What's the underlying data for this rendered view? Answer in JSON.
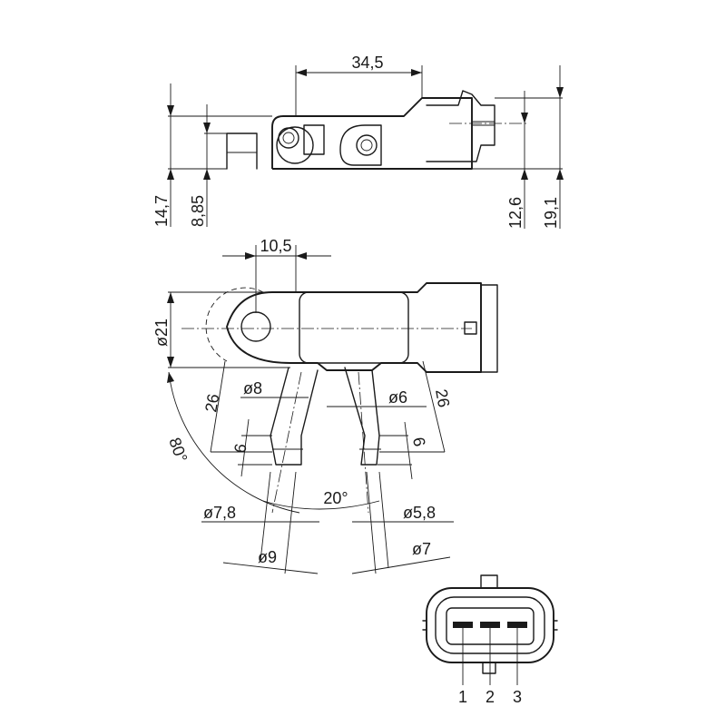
{
  "drawing": {
    "side_view": {
      "dim_width": "34,5",
      "dim_h1": "14,7",
      "dim_h2": "8,85",
      "dim_h3": "12,6",
      "dim_h4": "19,1"
    },
    "top_view": {
      "dim_offset": "10,5",
      "dim_dia_body": "ø21",
      "dim_port_len_left": "26",
      "dim_port_len_right": "26",
      "dim_dia_left_top": "ø8",
      "dim_dia_right_top": "ø6",
      "dim_barb_left": "6",
      "dim_barb_right": "6",
      "dim_angle_outer": "80°",
      "dim_angle_inner": "20°",
      "dim_dia_left_mid": "ø7,8",
      "dim_dia_left_bot": "ø9",
      "dim_dia_right_mid": "ø5,8",
      "dim_dia_right_bot": "ø7"
    },
    "connector": {
      "pins": [
        "1",
        "2",
        "3"
      ]
    }
  }
}
